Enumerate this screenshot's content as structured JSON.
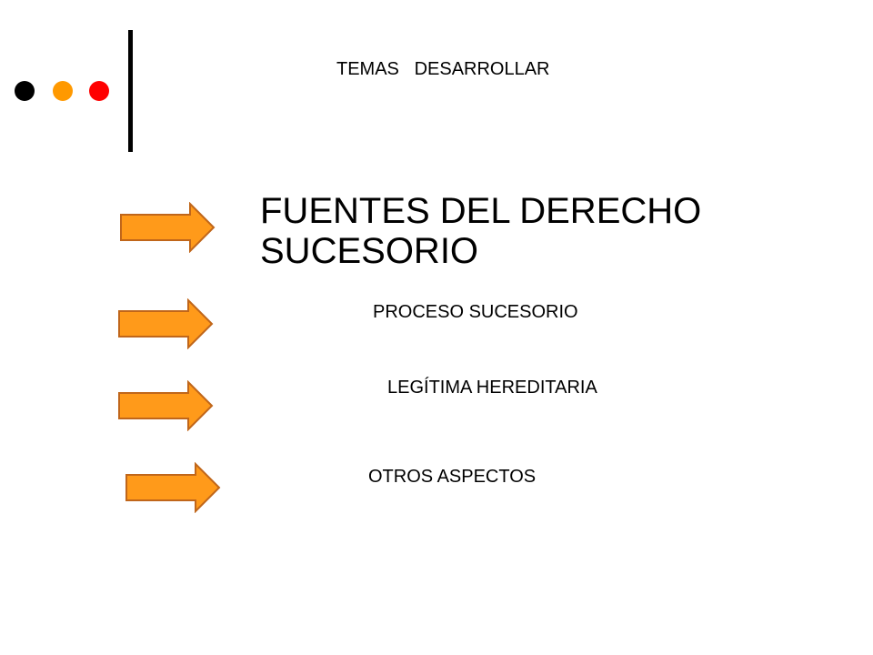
{
  "slide": {
    "heading": "TEMAS   DESARROLLAR",
    "decor": {
      "dot_colors": [
        "#000000",
        "#ff9900",
        "#ff0000"
      ],
      "divider_color": "#000000"
    },
    "arrow_style": {
      "fill": "#ff9a1a",
      "stroke": "#c0661a",
      "icon": "right-arrow-icon"
    },
    "topics": [
      {
        "label": "FUENTES DEL DERECHO SUCESORIO"
      },
      {
        "label": "PROCESO SUCESORIO"
      },
      {
        "label": "LEGÍTIMA HEREDITARIA"
      },
      {
        "label": "OTROS ASPECTOS"
      }
    ]
  }
}
